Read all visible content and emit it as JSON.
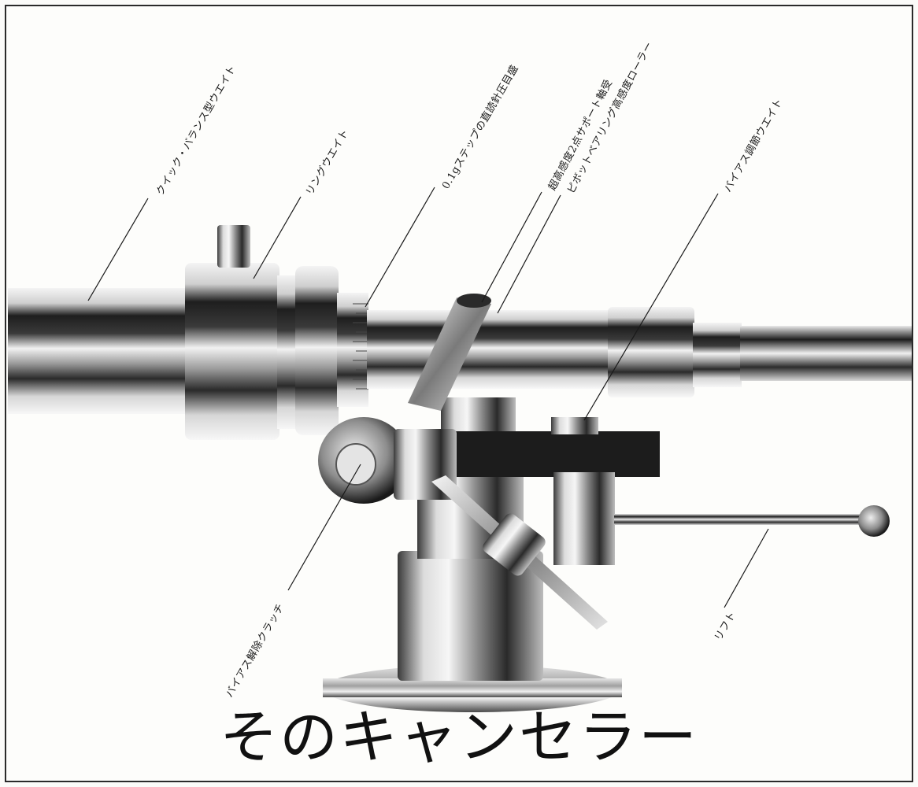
{
  "callouts": {
    "quick_balance_weight": "クイック・バランス型ウエイト",
    "ring_weight": "リングウエイト",
    "tracking_force_scale": "0.1gステップの直読針圧目盛",
    "pivot_support_line1": "超高感度2点サポート軸受",
    "pivot_support_line2": "ピボットベアリング高感度ローラー",
    "bias_adjust_weight": "バイアス調節ウエイト",
    "bias_release_clutch": "バイアス解除クラッチ",
    "lift": "リフト"
  },
  "headline": "そのキャンセラー",
  "colors": {
    "ink": "#1a1a1a",
    "paper": "#fdfdfb",
    "metal_dark": "#1c1c1c",
    "metal_light": "#e8e8e8"
  }
}
